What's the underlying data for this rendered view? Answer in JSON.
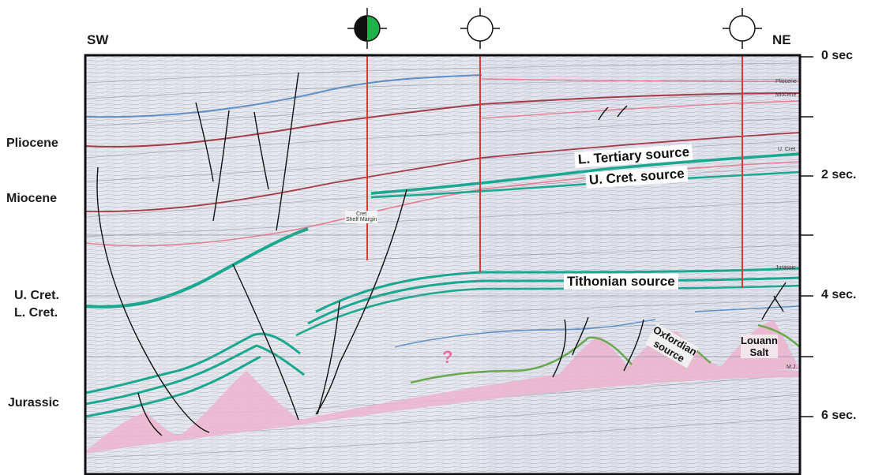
{
  "directions": {
    "left": "SW",
    "right": "NE"
  },
  "time_axis": {
    "t0": "0 sec",
    "t2": "2 sec.",
    "t4": "4 sec.",
    "t6": "6 sec."
  },
  "stratigraphy": {
    "pliocene": "Pliocene",
    "miocene": "Miocene",
    "u_cret": "U. Cret.",
    "l_cret": "L. Cret.",
    "jurassic": "Jurassic"
  },
  "source_labels": {
    "l_tertiary": "L. Tertiary source",
    "u_cret": "U. Cret. source",
    "tithonian": "Tithonian source",
    "oxfordian_line1": "Oxfordian",
    "oxfordian_line2": "source",
    "louann_line1": "Louann",
    "louann_line2": "Salt",
    "question_mark": "?"
  },
  "small_labels": {
    "pliocene": "Pliocene",
    "miocene": "Miocene",
    "u_cret": "U. Cret",
    "jurassic": "Jurassic",
    "mj": "M.J.",
    "shelf_margin_line1": "Cret",
    "shelf_margin_line2": "Shelf Margin"
  },
  "wells": [
    {
      "name": "discovery-well",
      "status": "oil-and-gas-show"
    },
    {
      "name": "dry-well",
      "status": "dry"
    },
    {
      "name": "dry-well",
      "status": "dry"
    }
  ],
  "colors": {
    "background": "#ffffff",
    "section_fill": "#e6e8ee",
    "well_line": "#d83a3a",
    "salt": "#ecb5cc",
    "source_green": "#1aa890",
    "horizon_red": "#a53a48",
    "horizon_pink": "#e67e93",
    "horizon_blue": "#5f8fc6",
    "fault": "#111111"
  }
}
